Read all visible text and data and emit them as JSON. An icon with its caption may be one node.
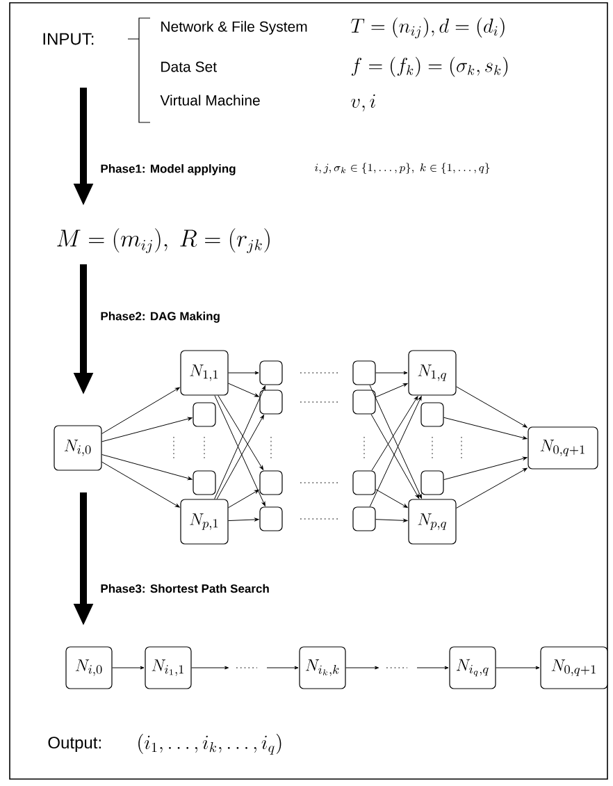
{
  "diagram": {
    "nodes": [
      {
        "text": [
          "N_{i,0}"
        ]
      },
      {
        "text": [
          "N_{1,1}"
        ]
      },
      {
        "text": [],
        "shape": "box"
      },
      {
        "text": [],
        "shape": "box"
      },
      {
        "text": [
          "N_{p,1}"
        ]
      },
      {
        "text": [],
        "shape": "box"
      },
      {
        "text": [],
        "shape": "box"
      },
      {
        "text": [],
        "shape": "box"
      },
      {
        "text": [],
        "shape": "box"
      },
      {
        "text": [],
        "shape": "box"
      },
      {
        "text": [],
        "shape": "box"
      },
      {
        "text": [],
        "shape": "box"
      },
      {
        "text": [],
        "shape": "box"
      },
      {
        "text": [
          "N_{1,q}"
        ]
      },
      {
        "text": [],
        "shape": "box"
      },
      {
        "text": [],
        "shape": "box"
      },
      {
        "text": [
          "N_{p,q}"
        ]
      },
      {
        "text": [
          "N_{0,q+1}"
        ]
      },
      {
        "text": [
          "N_{i,0}"
        ]
      },
      {
        "text": [
          "N_{i_1,1}"
        ]
      },
      {
        "text": [
          "N_{i_k,k}"
        ]
      },
      {
        "text": [
          "N_{i_q,q}"
        ]
      },
      {
        "text": [
          "N_{0,q+1}"
        ]
      }
    ],
    "edges": [
      {
        "from": 0,
        "to": 1,
        "arrow": "to"
      },
      {
        "from": 0,
        "to": 2,
        "arrow": "to"
      },
      {
        "from": 0,
        "to": 3,
        "arrow": "to"
      },
      {
        "from": 0,
        "to": 4,
        "arrow": "to"
      },
      {
        "from": 1,
        "to": 5,
        "arrow": "to"
      },
      {
        "from": 1,
        "to": 6,
        "arrow": "to"
      },
      {
        "from": 1,
        "to": 7,
        "arrow": "to"
      },
      {
        "from": 1,
        "to": 8,
        "arrow": "to"
      },
      {
        "from": 4,
        "to": 5,
        "arrow": "to"
      },
      {
        "from": 4,
        "to": 6,
        "arrow": "to"
      },
      {
        "from": 4,
        "to": 7,
        "arrow": "to"
      },
      {
        "from": 4,
        "to": 8,
        "arrow": "to"
      },
      {
        "from": 9,
        "to": 13,
        "arrow": "to"
      },
      {
        "from": 10,
        "to": 13,
        "arrow": "to"
      },
      {
        "from": 11,
        "to": 13,
        "arrow": "to"
      },
      {
        "from": 12,
        "to": 13,
        "arrow": "to"
      },
      {
        "from": 9,
        "to": 16,
        "arrow": "to"
      },
      {
        "from": 10,
        "to": 16,
        "arrow": "to"
      },
      {
        "from": 11,
        "to": 16,
        "arrow": "to"
      },
      {
        "from": 12,
        "to": 16,
        "arrow": "to"
      },
      {
        "from": 13,
        "to": 17,
        "arrow": "to"
      },
      {
        "from": 14,
        "to": 17,
        "arrow": "to"
      },
      {
        "from": 15,
        "to": 17,
        "arrow": "to"
      },
      {
        "from": 16,
        "to": 17,
        "arrow": "to"
      },
      {
        "from": 18,
        "to": 19,
        "arrow": "to"
      },
      {
        "from": 19,
        "to": null,
        "arrow": "to"
      },
      {
        "from": null,
        "to": 20,
        "arrow": "to"
      },
      {
        "from": 20,
        "to": null,
        "arrow": "to"
      },
      {
        "from": null,
        "to": 21,
        "arrow": "to"
      },
      {
        "from": 21,
        "to": 22,
        "arrow": "to"
      }
    ],
    "labels": [
      "INPUT:",
      "Network & File System",
      "T=(n_{ij}), d=(d_i)",
      "Data Set",
      "f=(f_k)=(\\sigma_k, s_k)",
      "Virtual Machine",
      "v, i",
      "Phase1: Model applying",
      "i, j, \\sigma_k \\in \\{1,\\ldots,p\\},\\; k\\in\\{1,\\ldots,q\\}",
      "M=(m_{ij}),\\ R=(r_{jk})",
      "Phase2: DAG Making",
      "Phase3: Shortest Path Search",
      "Output:",
      "(i_1,\\ldots,i_k,\\ldots,i_q)"
    ]
  }
}
